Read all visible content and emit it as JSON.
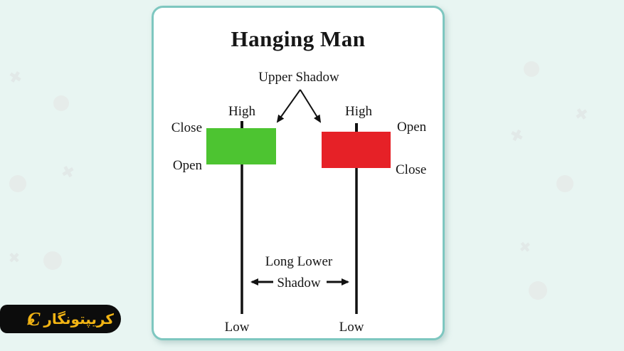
{
  "card": {
    "title": "Hanging Man",
    "border_color": "#7ec7c0"
  },
  "diagram": {
    "upper_shadow_label": "Upper Shadow",
    "lower_shadow_label_line1": "Long Lower",
    "lower_shadow_label_line2": "Shadow",
    "candles": [
      {
        "name": "bullish-candle",
        "body_color": "#4dc431",
        "high_label": "High",
        "low_label": "Low",
        "top_label": "Close",
        "bottom_label": "Open"
      },
      {
        "name": "bearish-candle",
        "body_color": "#e62127",
        "high_label": "High",
        "low_label": "Low",
        "top_label": "Open",
        "bottom_label": "Close"
      }
    ]
  },
  "watermark": {
    "brand_text": "کریپتونگار",
    "logo_letter": "C",
    "text_color": "#f2b414",
    "background_color": "#0c0c0c"
  },
  "decor": {
    "cross_glyph": "✖"
  },
  "colors": {
    "page_background": "#e8f5f2",
    "wick": "#111111"
  }
}
